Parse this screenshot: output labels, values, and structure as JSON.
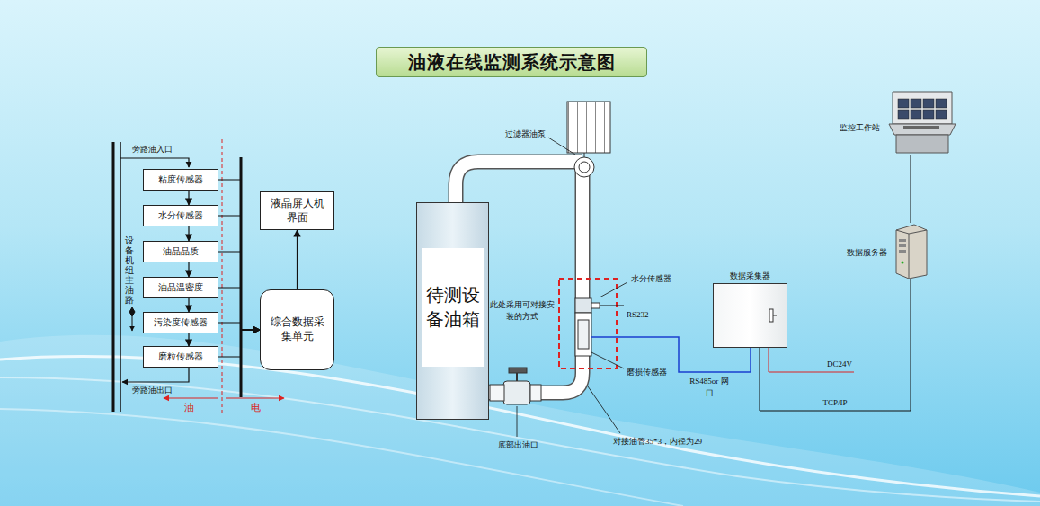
{
  "diagram": {
    "title": "油液在线监测系统示意图",
    "nodes": [
      {
        "text": [
          "粘度传感器"
        ]
      },
      {
        "text": [
          "水分传感器"
        ]
      },
      {
        "text": [
          "油品品质"
        ]
      },
      {
        "text": [
          "油品温密度"
        ]
      },
      {
        "text": [
          "污染度传感器"
        ]
      },
      {
        "text": [
          "磨粒传感器"
        ]
      },
      {
        "text": [
          "综合数据采集单元"
        ]
      },
      {
        "text": [
          "液晶屏人机界面"
        ]
      },
      {
        "text": [
          "待测设备油箱"
        ]
      },
      {
        "text": [
          "数据采集器"
        ]
      },
      {
        "text": [
          "数据服务器"
        ]
      },
      {
        "text": [
          "监控工作站"
        ]
      }
    ],
    "edges": [
      {
        "from": 0,
        "to": 1,
        "arrow": "to"
      },
      {
        "from": 1,
        "to": 2,
        "arrow": "to"
      },
      {
        "from": 2,
        "to": 3,
        "arrow": "to"
      },
      {
        "from": 3,
        "to": 4,
        "arrow": "to"
      },
      {
        "from": 4,
        "to": 5,
        "arrow": "to"
      },
      {
        "from": 0,
        "to": 6,
        "arrow": "to"
      },
      {
        "from": 1,
        "to": 6,
        "arrow": "to"
      },
      {
        "from": 2,
        "to": 6,
        "arrow": "to"
      },
      {
        "from": 3,
        "to": 6,
        "arrow": "to"
      },
      {
        "from": 4,
        "to": 6,
        "arrow": "to"
      },
      {
        "from": 5,
        "to": 6,
        "arrow": "to"
      },
      {
        "from": 6,
        "to": 7,
        "arrow": "to"
      },
      {
        "from": 9,
        "to": 10,
        "label": "TCP/IP",
        "arrow": "none"
      },
      {
        "from": 10,
        "to": 11,
        "arrow": "none"
      }
    ],
    "labels": [
      "旁路油入口",
      "旁路油出口",
      "设备机组主油路",
      "油",
      "电",
      "过滤器油泵",
      "水分传感器",
      "RS232",
      "此处采用可对接安装的方式",
      "磨损传感器",
      "RS485or 网口",
      "底部出油口",
      "对接油管35*3，内径为29",
      "DC24V"
    ]
  }
}
